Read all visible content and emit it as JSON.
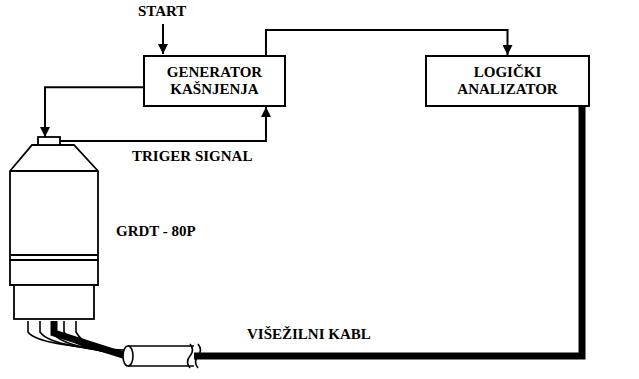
{
  "diagram": {
    "nodes": [
      {
        "text": [
          "GENERATOR KAŠNJENJA"
        ]
      },
      {
        "text": [
          "LOGIČKI ANALIZATOR"
        ]
      },
      {
        "text": [
          "GRDT - 80P"
        ]
      }
    ],
    "edges": [
      {
        "from": 0,
        "to": 1,
        "arrow": "to"
      },
      {
        "from": 0,
        "to": 2,
        "arrow": "to"
      },
      {
        "from": 2,
        "to": 0,
        "arrow": "to",
        "label": "TRIGER SIGNAL"
      },
      {
        "from": 2,
        "to": 1,
        "arrow": "none",
        "label": "VIŠEŽILNI KABL"
      }
    ],
    "labels": [
      "START"
    ]
  }
}
